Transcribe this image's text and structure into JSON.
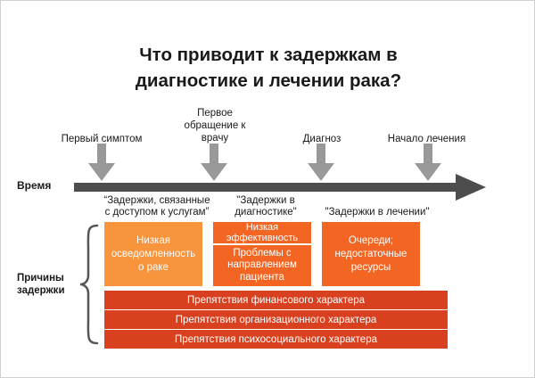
{
  "title": {
    "line1": "Что приводит к задержкам в",
    "line2": "диагностике и лечении рака?"
  },
  "milestones": [
    {
      "lines": [
        "Первый симптом"
      ]
    },
    {
      "lines": [
        "Первое",
        "обращение к",
        "врачу"
      ]
    },
    {
      "lines": [
        "Диагноз"
      ]
    },
    {
      "lines": [
        "Начало лечения"
      ]
    }
  ],
  "timeline": {
    "label": "Время"
  },
  "phases": [
    {
      "lines": [
        "“Задержки, связанные",
        "с доступом к услугам”"
      ]
    },
    {
      "lines": [
        "\"Задержки в",
        "диагностике\""
      ]
    },
    {
      "lines": [
        "\"Задержки в лечении\""
      ]
    }
  ],
  "causes_label": {
    "lines": [
      "Причины",
      "задержки"
    ]
  },
  "boxes": {
    "access": {
      "lines": [
        "Низкая",
        "осведомленность",
        "о раке"
      ]
    },
    "diag_top": {
      "lines": [
        "Низкая",
        "эффективность"
      ]
    },
    "diag_bottom": {
      "lines": [
        "Проблемы с",
        "направлением",
        "пациента"
      ]
    },
    "treatment": {
      "lines": [
        "Очереди;",
        "недостаточные",
        "ресурсы"
      ]
    }
  },
  "bars": [
    {
      "label": "Препятствия финансового характера"
    },
    {
      "label": "Препятствия организационного характера"
    },
    {
      "label": "Препятствия психосоциального характера"
    }
  ],
  "colors": {
    "light_orange": "#f7943c",
    "orange": "#f26522",
    "red": "#d8401f",
    "arrow_gray": "#999999",
    "timeline": "#4d4d4d"
  }
}
